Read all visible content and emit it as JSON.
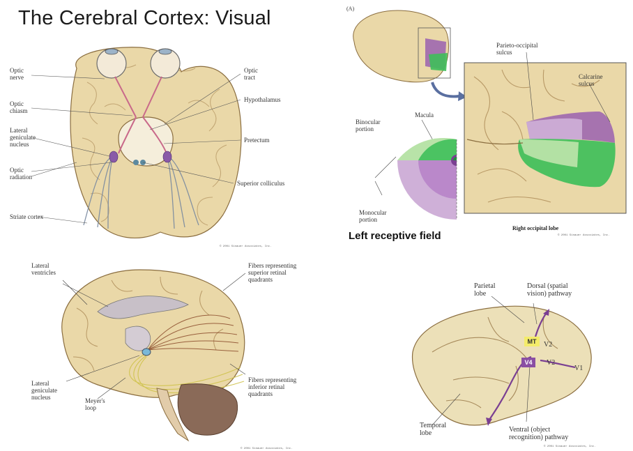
{
  "title": "The Cerebral Cortex: Visual",
  "panel_a": {
    "labels": {
      "optic_nerve": "Optic\nnerve",
      "optic_chiasm": "Optic\nchiasm",
      "lgn": "Lateral\ngeniculate\nnucleus",
      "optic_radiation": "Optic\nradiation",
      "striate_cortex": "Striate cortex",
      "optic_tract": "Optic\ntract",
      "hypothalamus": "Hypothalamus",
      "pretectum": "Pretectum",
      "superior_colliculus": "Superior colliculus"
    },
    "copyright": "© 2001 Sinauer Associates, Inc."
  },
  "panel_b": {
    "tag": "(A)",
    "labels": {
      "parieto_occipital": "Parieto-occipital\nsulcus",
      "calcarine": "Calcarine\nsulcus",
      "binocular": "Binocular\nportion",
      "macula": "Macula",
      "monocular": "Monocular\nportion"
    },
    "left_receptive_field": "Left receptive field",
    "right_occipital_lobe": "Right occipital lobe",
    "copyright": "© 2001 Sinauer Associates, Inc."
  },
  "panel_c": {
    "labels": {
      "lateral_ventricles": "Lateral\nventricles",
      "fibers_superior": "Fibers representing\nsuperior retinal\nquadrants",
      "lgn": "Lateral\ngeniculate\nnucleus",
      "meyers_loop": "Meyer's\nloop",
      "fibers_inferior": "Fibers representing\ninferior retinal\nquadrants"
    },
    "copyright": "© 2001 Sinauer Associates, Inc."
  },
  "panel_d": {
    "labels": {
      "parietal_lobe": "Parietal\nlobe",
      "dorsal": "Dorsal (spatial\nvision) pathway",
      "mt": "MT",
      "v4": "V4",
      "v2_top": "V2",
      "v2_bottom": "V2",
      "v1": "V1",
      "temporal_lobe": "Temporal\nlobe",
      "ventral": "Ventral (object\nrecognition) pathway"
    },
    "copyright": "© 2001 Sinauer Associates, Inc."
  },
  "colors": {
    "brain_tan": "#e9d7a8",
    "brain_line": "#8a6d3f",
    "green": "#3fbf5a",
    "light_green": "#b8e3a8",
    "purple": "#9a62b0",
    "light_purple": "#cfb0d8",
    "mt_yellow": "#f4ec6a",
    "v4_purple": "#8a4fa3",
    "pathway": "#7a3f92"
  }
}
